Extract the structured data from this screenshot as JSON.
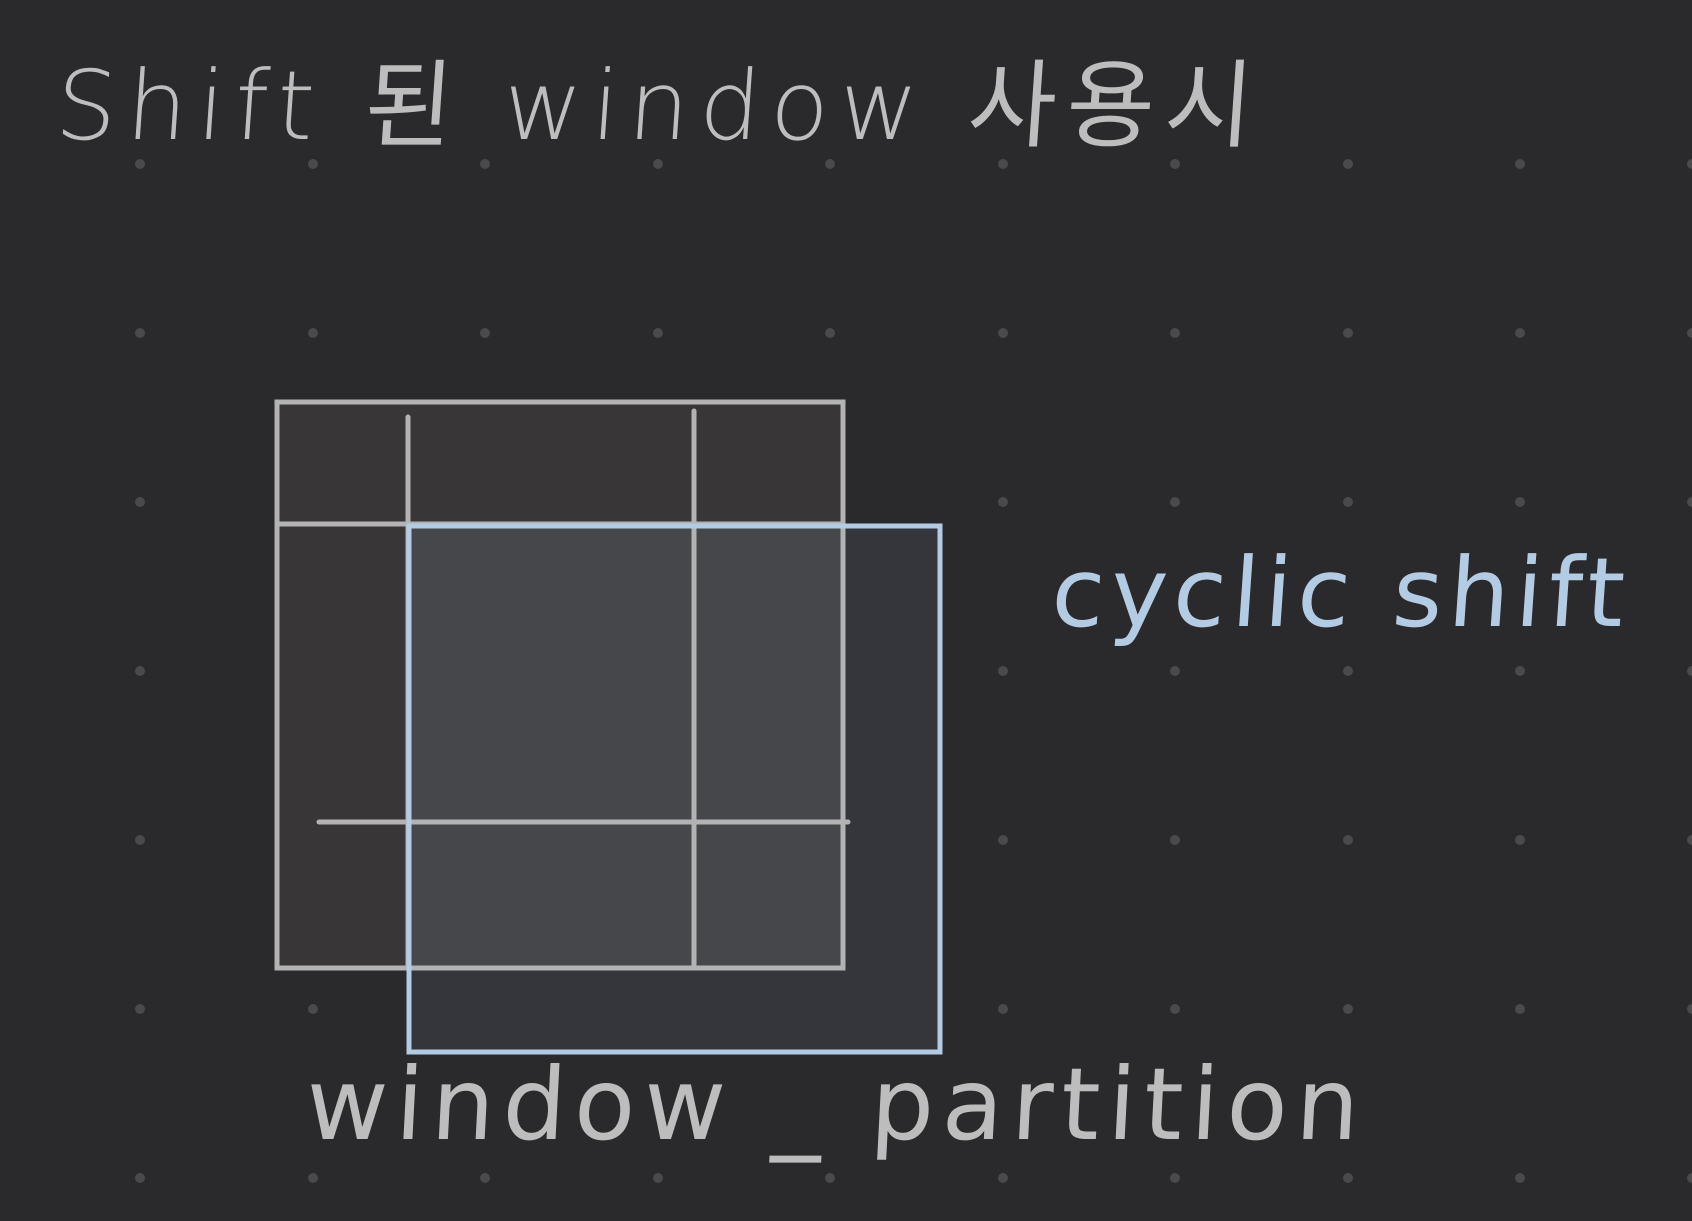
{
  "title": "Shift 된 window 사용시",
  "shift_label": "cyclic shift",
  "partition_label": "window _ partition",
  "colors": {
    "background": "#2a292b",
    "dot": "#4a494c",
    "gray_stroke": "#b3b3b3",
    "blue_stroke": "#b4cbe4",
    "gray_fill": "#383637",
    "blue_fill": "#35363b",
    "overlap_fill": "#46474b",
    "gray_text": "#bdbdbd",
    "blue_text": "#b4cbe4"
  }
}
